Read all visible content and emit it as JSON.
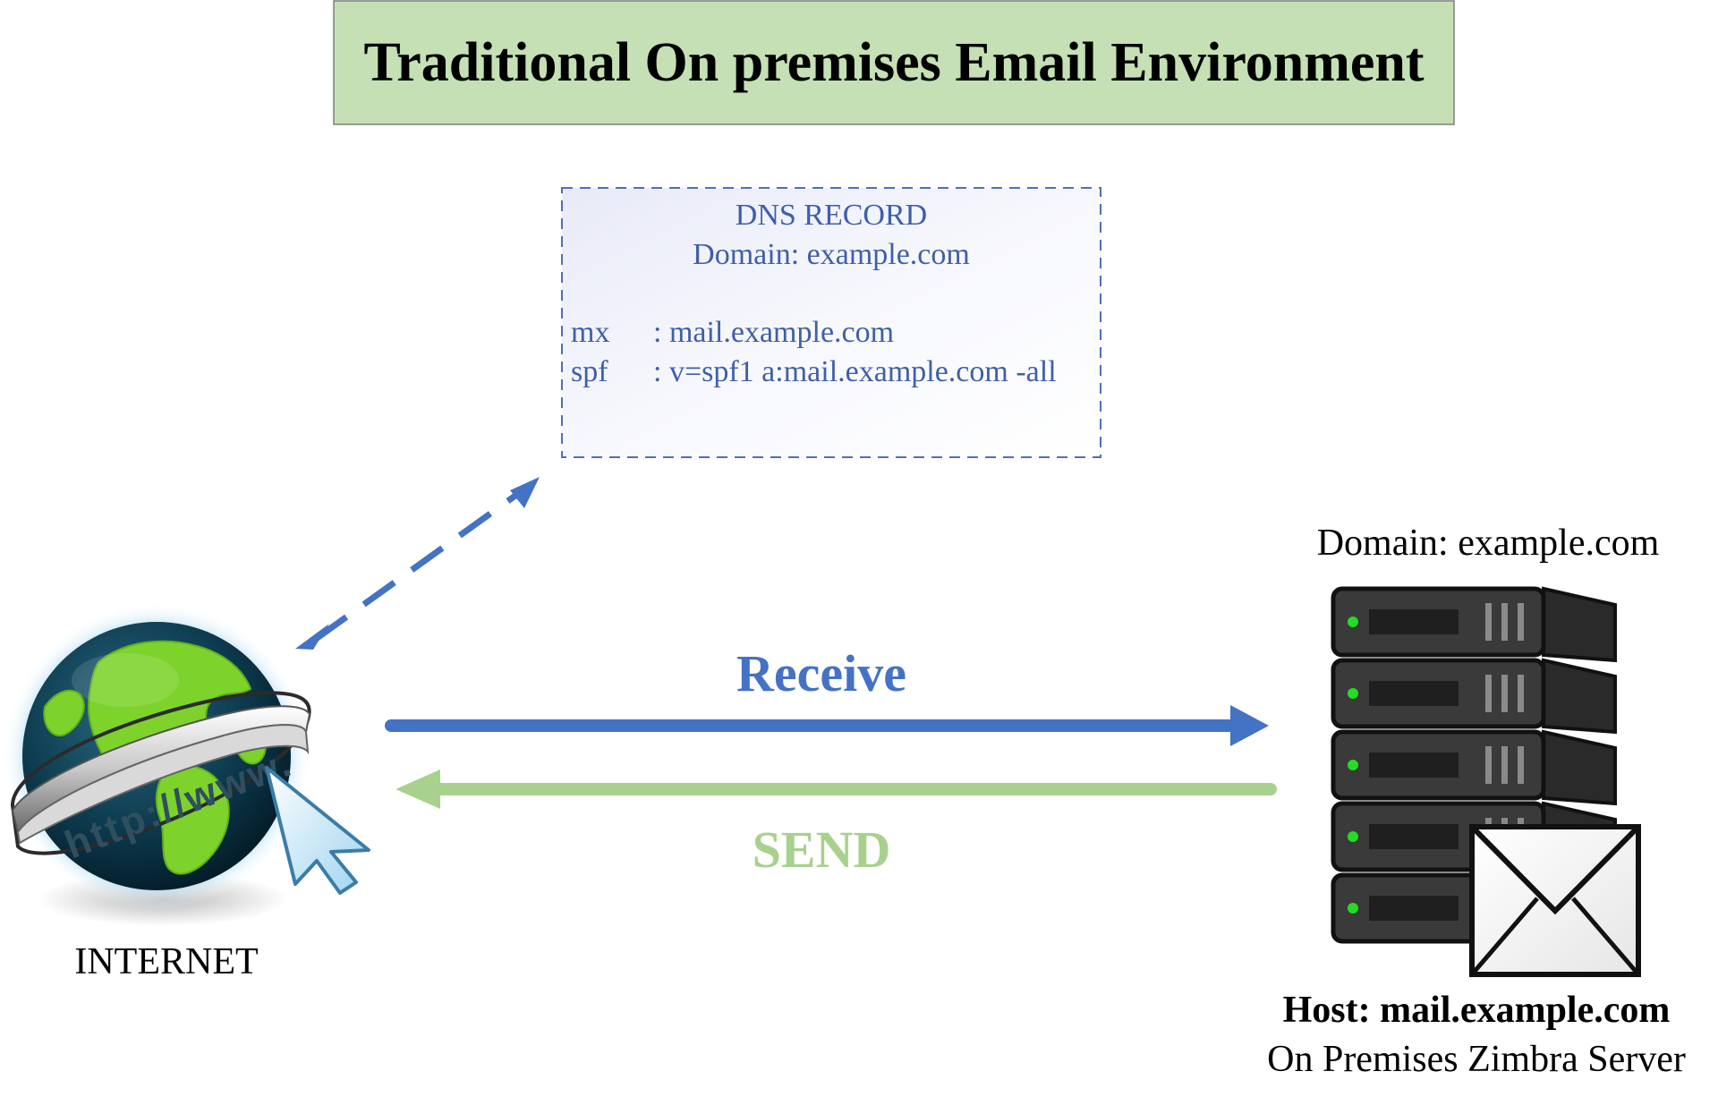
{
  "title": "Traditional On premises Email Environment",
  "dns_record": {
    "heading": "DNS RECORD",
    "domain": "Domain: example.com",
    "records": [
      {
        "type": "mx",
        "value": ": mail.example.com"
      },
      {
        "type": "spf",
        "value": ": v=spf1 a:mail.example.com -all"
      }
    ]
  },
  "internet": {
    "label": "INTERNET",
    "banner_text": "http://www."
  },
  "server": {
    "domain": "Domain: example.com",
    "host": "Host: mail.example.com",
    "description": "On Premises Zimbra Server"
  },
  "flows": {
    "receive_label": "Receive",
    "send_label": "SEND"
  },
  "colors": {
    "title_bg": "#c5e0b4",
    "dns_text": "#3f5fa8",
    "receive": "#4472c4",
    "send": "#a9d18e",
    "server_body": "#3a3a3a",
    "server_led": "#22dd22"
  }
}
